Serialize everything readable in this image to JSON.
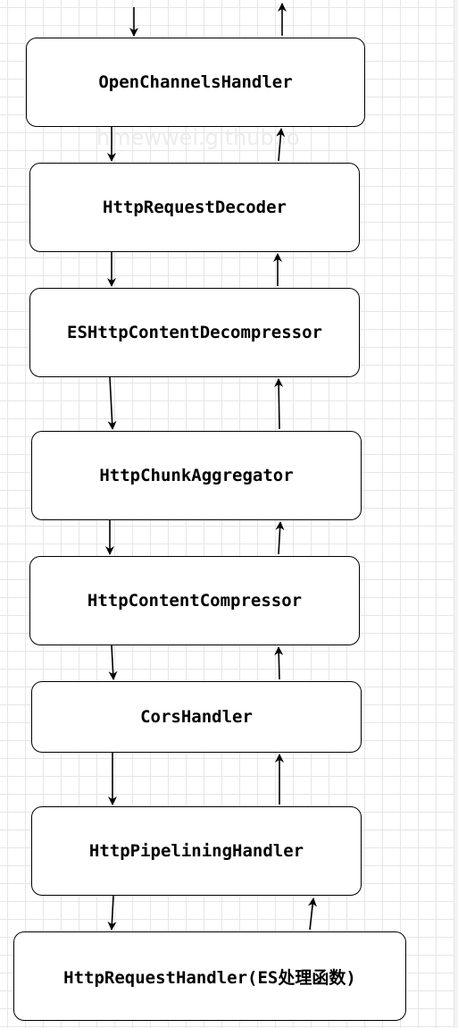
{
  "watermark": "hmewwei.github.io",
  "nodes": [
    "OpenChannelsHandler",
    "HttpRequestDecoder",
    "ESHttpContentDecompressor",
    "HttpChunkAggregator",
    "HttpContentCompressor",
    "CorsHandler",
    "HttpPipeliningHandler",
    "HttpRequestHandler(ES处理函数)"
  ]
}
